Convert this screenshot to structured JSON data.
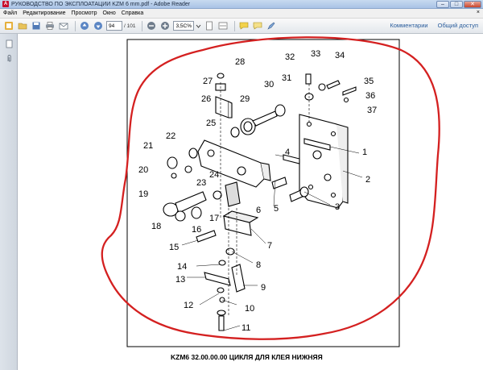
{
  "window": {
    "title": "РУКОВОДСТВО ПО ЭКСПЛОАТАЦИИ KZM 6 mm.pdf - Adobe Reader",
    "minimize": "–",
    "maximize": "□",
    "close": "✕"
  },
  "menu": {
    "items": [
      "Файл",
      "Редактирование",
      "Просмотр",
      "Окно",
      "Справка"
    ],
    "close": "×"
  },
  "toolbar": {
    "page_current": "94",
    "page_total": "/ 101",
    "zoom": "3,5С%",
    "comments_label": "Комментарии",
    "share_label": "Общий доступ"
  },
  "document": {
    "caption": "KZM6 32.00.00.00 ЦИКЛЯ ДЛЯ КЛЕЯ НИЖНЯЯ",
    "callouts": [
      "1",
      "2",
      "3",
      "4",
      "5",
      "6",
      "7",
      "8",
      "9",
      "10",
      "11",
      "12",
      "13",
      "14",
      "15",
      "16",
      "17",
      "18",
      "19",
      "20",
      "21",
      "22",
      "23",
      "24",
      "25",
      "26",
      "27",
      "28",
      "29",
      "30",
      "31",
      "32",
      "33",
      "34",
      "35",
      "36",
      "37"
    ],
    "highlight_color": "#d42020"
  }
}
